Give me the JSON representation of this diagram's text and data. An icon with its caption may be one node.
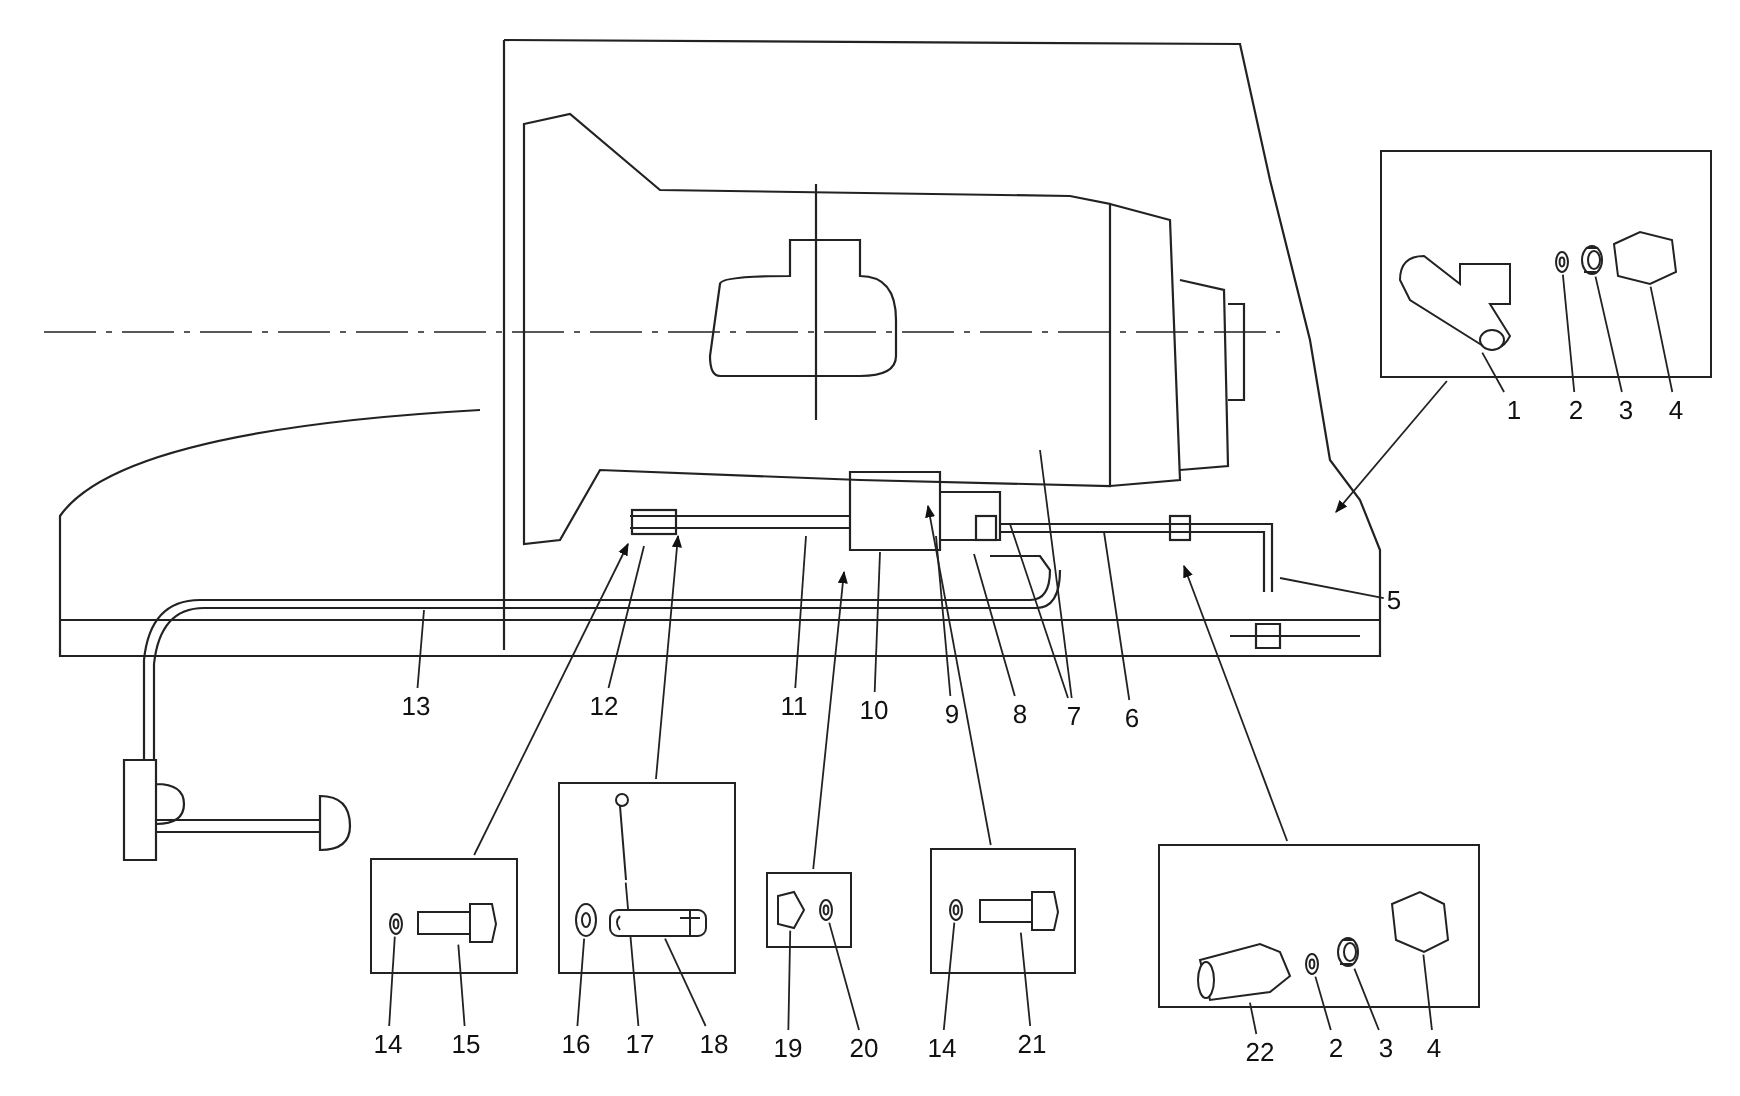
{
  "diagram": {
    "nodes": [
      {
        "text": [],
        "shape": "box"
      },
      {
        "text": [
          "1"
        ]
      },
      {
        "text": [
          "2"
        ]
      },
      {
        "text": [
          "3"
        ]
      },
      {
        "text": [
          "4"
        ]
      },
      {
        "text": [
          "5"
        ]
      },
      {
        "text": [
          "13"
        ]
      },
      {
        "text": [
          "12"
        ]
      },
      {
        "text": [
          "11"
        ]
      },
      {
        "text": [
          "10"
        ]
      },
      {
        "text": [
          "9"
        ]
      },
      {
        "text": [
          "8"
        ]
      },
      {
        "text": [
          "7"
        ]
      },
      {
        "text": [
          "6"
        ]
      },
      {
        "text": [],
        "shape": "box"
      },
      {
        "text": [
          "14"
        ]
      },
      {
        "text": [
          "15"
        ]
      },
      {
        "text": [],
        "shape": "box"
      },
      {
        "text": [
          "16"
        ]
      },
      {
        "text": [
          "17"
        ]
      },
      {
        "text": [
          "18"
        ]
      },
      {
        "text": [],
        "shape": "box"
      },
      {
        "text": [
          "19"
        ]
      },
      {
        "text": [
          "20"
        ]
      },
      {
        "text": [],
        "shape": "box"
      },
      {
        "text": [
          "14"
        ]
      },
      {
        "text": [
          "21"
        ]
      },
      {
        "text": [],
        "shape": "box"
      },
      {
        "text": [
          "22"
        ]
      },
      {
        "text": [
          "2"
        ]
      },
      {
        "text": [
          "3"
        ]
      },
      {
        "text": [
          "4"
        ]
      },
      {
        "text": [],
        "shape": "picture",
        "in": 0
      },
      {
        "text": [],
        "shape": "picture",
        "in": 0
      },
      {
        "text": [],
        "shape": "picture",
        "in": 0
      },
      {
        "text": [],
        "shape": "picture",
        "in": 0
      },
      {
        "text": [],
        "shape": "picture",
        "in": 14
      },
      {
        "text": [],
        "shape": "picture",
        "in": 14
      },
      {
        "text": [],
        "shape": "picture",
        "in": 17
      },
      {
        "text": [],
        "shape": "picture",
        "in": 17
      },
      {
        "text": [],
        "shape": "picture",
        "in": 17
      },
      {
        "text": [],
        "shape": "picture",
        "in": 21
      },
      {
        "text": [],
        "shape": "picture",
        "in": 21
      },
      {
        "text": [],
        "shape": "picture",
        "in": 24
      },
      {
        "text": [],
        "shape": "picture",
        "in": 24
      },
      {
        "text": [],
        "shape": "picture",
        "in": 27
      },
      {
        "text": [],
        "shape": "picture",
        "in": 27
      },
      {
        "text": [],
        "shape": "picture",
        "in": 27
      },
      {
        "text": [],
        "shape": "picture",
        "in": 27
      }
    ],
    "edges": [
      {
        "from": 0,
        "to": null,
        "arrow": "to"
      },
      {
        "from": 1,
        "to": 32,
        "arrow": "none"
      },
      {
        "from": 2,
        "to": 33,
        "arrow": "none"
      },
      {
        "from": 3,
        "to": 34,
        "arrow": "none"
      },
      {
        "from": 4,
        "to": 35,
        "arrow": "none"
      },
      {
        "from": 5,
        "to": null,
        "arrow": "none"
      },
      {
        "from": 6,
        "to": null,
        "arrow": "none"
      },
      {
        "from": 7,
        "to": null,
        "arrow": "none"
      },
      {
        "from": 8,
        "to": null,
        "arrow": "none"
      },
      {
        "from": 9,
        "to": null,
        "arrow": "none"
      },
      {
        "from": 10,
        "to": null,
        "arrow": "none"
      },
      {
        "from": 11,
        "to": null,
        "arrow": "none"
      },
      {
        "from": 12,
        "to": null,
        "arrow": "none"
      },
      {
        "from": 12,
        "to": null,
        "arrow": "none"
      },
      {
        "from": 13,
        "to": null,
        "arrow": "none"
      },
      {
        "from": 14,
        "to": null,
        "arrow": "to"
      },
      {
        "from": 15,
        "to": 36,
        "arrow": "none"
      },
      {
        "from": 16,
        "to": 37,
        "arrow": "none"
      },
      {
        "from": 17,
        "to": null,
        "arrow": "to"
      },
      {
        "from": 18,
        "to": 38,
        "arrow": "none"
      },
      {
        "from": 19,
        "to": 39,
        "arrow": "none"
      },
      {
        "from": 20,
        "to": 40,
        "arrow": "none"
      },
      {
        "from": 21,
        "to": null,
        "arrow": "to"
      },
      {
        "from": 22,
        "to": 41,
        "arrow": "none"
      },
      {
        "from": 23,
        "to": 42,
        "arrow": "none"
      },
      {
        "from": 24,
        "to": null,
        "arrow": "to"
      },
      {
        "from": 25,
        "to": 43,
        "arrow": "none"
      },
      {
        "from": 26,
        "to": 44,
        "arrow": "none"
      },
      {
        "from": 27,
        "to": null,
        "arrow": "to"
      },
      {
        "from": 28,
        "to": 45,
        "arrow": "none"
      },
      {
        "from": 29,
        "to": 46,
        "arrow": "none"
      },
      {
        "from": 30,
        "to": 47,
        "arrow": "none"
      },
      {
        "from": 31,
        "to": 48,
        "arrow": "none"
      }
    ]
  }
}
